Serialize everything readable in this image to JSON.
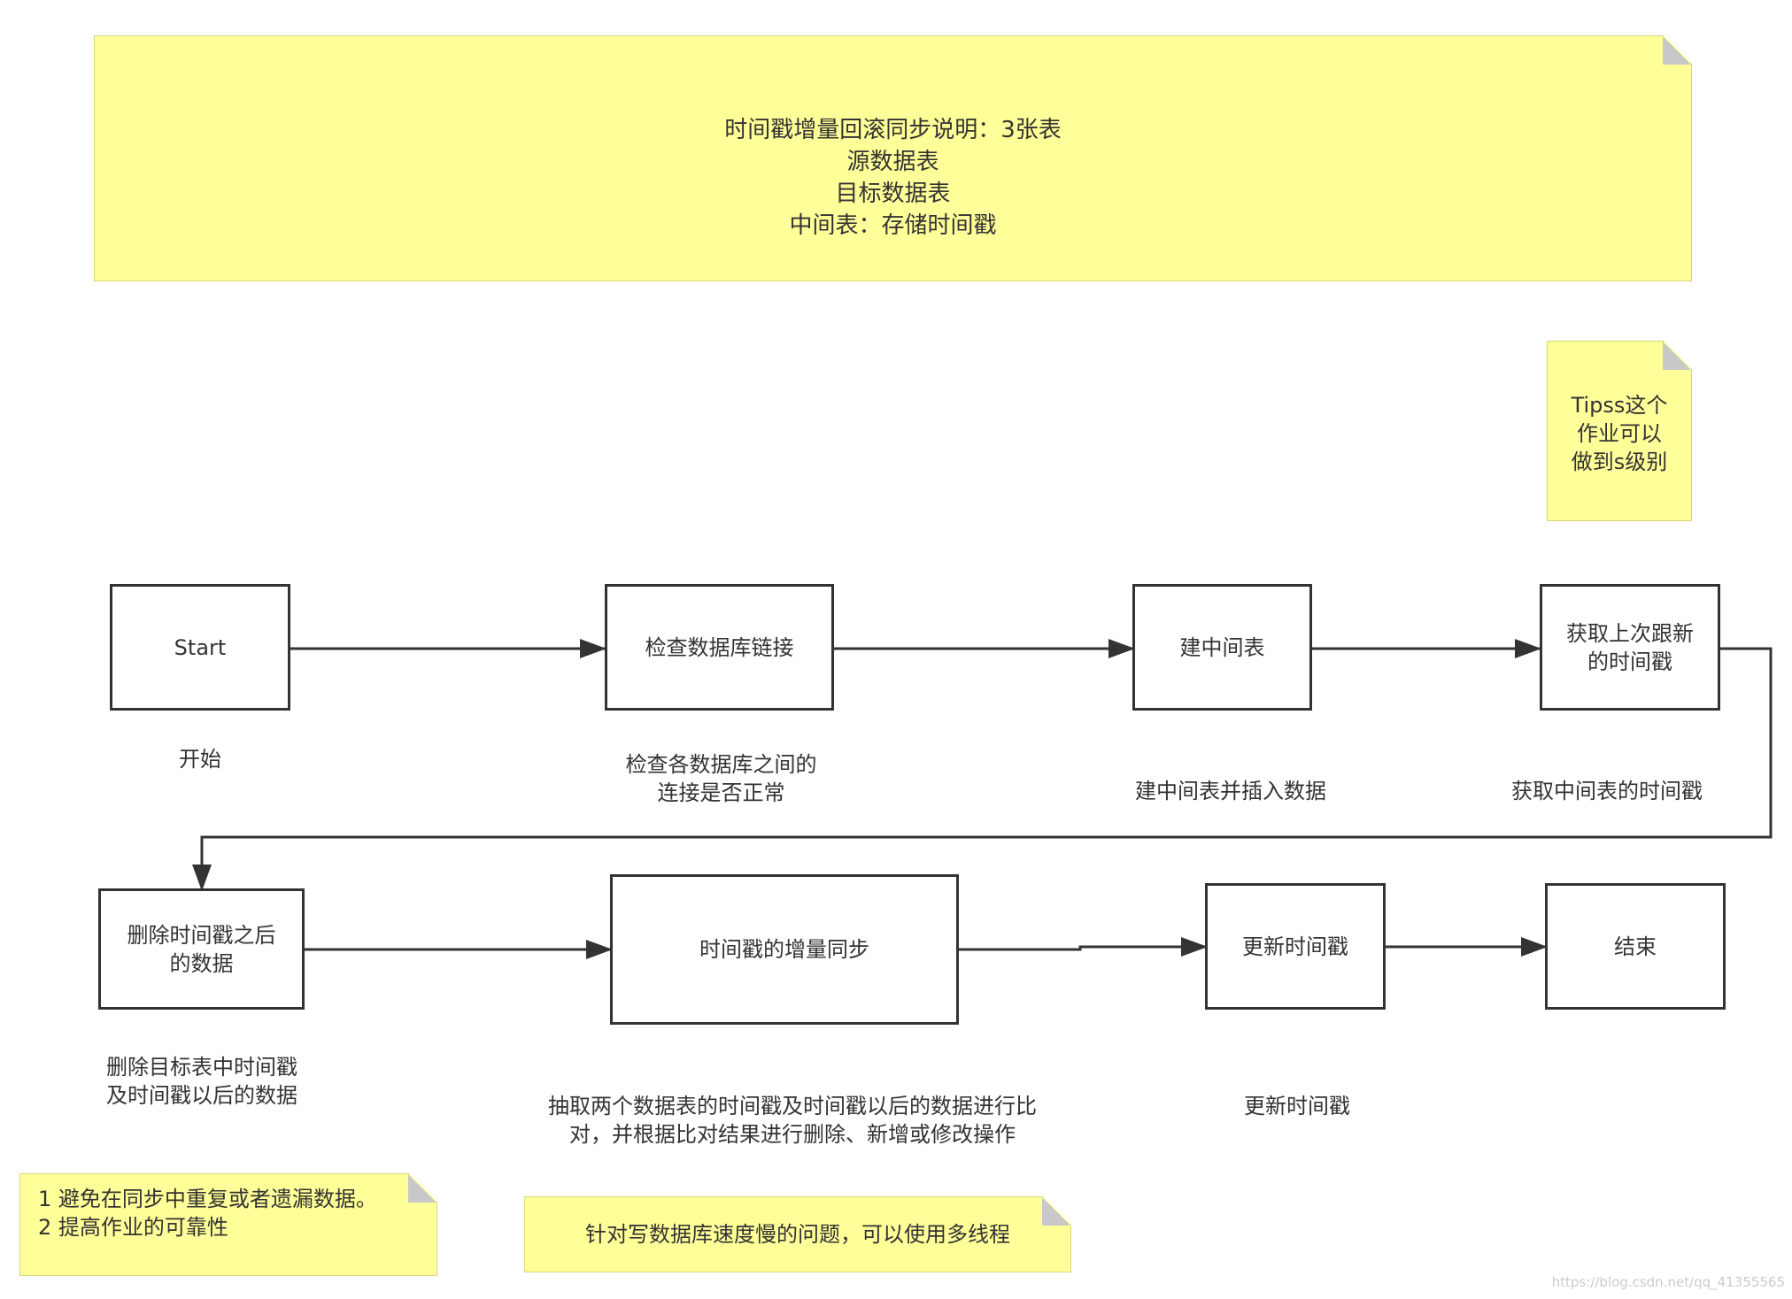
{
  "notes": {
    "header": "时间戳增量回滚同步说明：3张表\n源数据表\n目标数据表\n中间表：存储时间戳",
    "tips": "Tipss这个\n作业可以\n做到s级别",
    "goals": "1 避免在同步中重复或者遗漏数据。\n2 提高作业的可靠性",
    "multithread": "针对写数据库速度慢的问题，可以使用多线程"
  },
  "steps": {
    "start": "Start",
    "check_db": "检查数据库链接",
    "build_table": "建中间表",
    "get_timestamp": "获取上次跟新\n的时间戳",
    "delete_after": "删除时间戳之后\n的数据",
    "incremental_sync": "时间戳的增量同步",
    "update_timestamp": "更新时间戳",
    "end": "结束"
  },
  "descriptions": {
    "start": "开始",
    "check_db": "检查各数据库之间的\n连接是否正常",
    "build_table": "建中间表并插入数据",
    "get_timestamp": "获取中间表的时间戳",
    "delete_after": "删除目标表中时间戳\n及时间戳以后的数据",
    "incremental_sync": "抽取两个数据表的时间戳及时间戳以后的数据进行比\n对，并根据比对结果进行删除、新增或修改操作",
    "update_timestamp": "更新时间戳"
  },
  "watermark": "https://blog.csdn.net/qq_41355565",
  "colors": {
    "note_fill": "#ffff99",
    "stroke": "#333333",
    "fold": "#c8c8c8"
  }
}
